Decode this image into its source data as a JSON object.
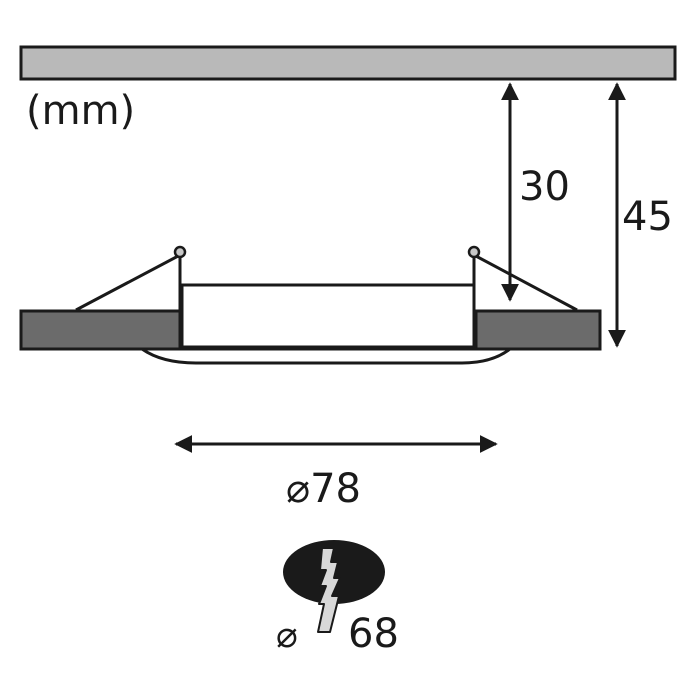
{
  "diagram": {
    "unit_label": "(mm)",
    "depth_inner": "30",
    "depth_outer": "45",
    "outer_diameter": "⌀78",
    "cutout_symbol": "⌀",
    "cutout_diameter": "68"
  },
  "colors": {
    "ceiling": "#b9b9b9",
    "ceiling_board": "#6b6b6b",
    "line": "#1a1a1a",
    "drill_hole": "#1a1a1a",
    "bolt": "#c8c8c8"
  }
}
